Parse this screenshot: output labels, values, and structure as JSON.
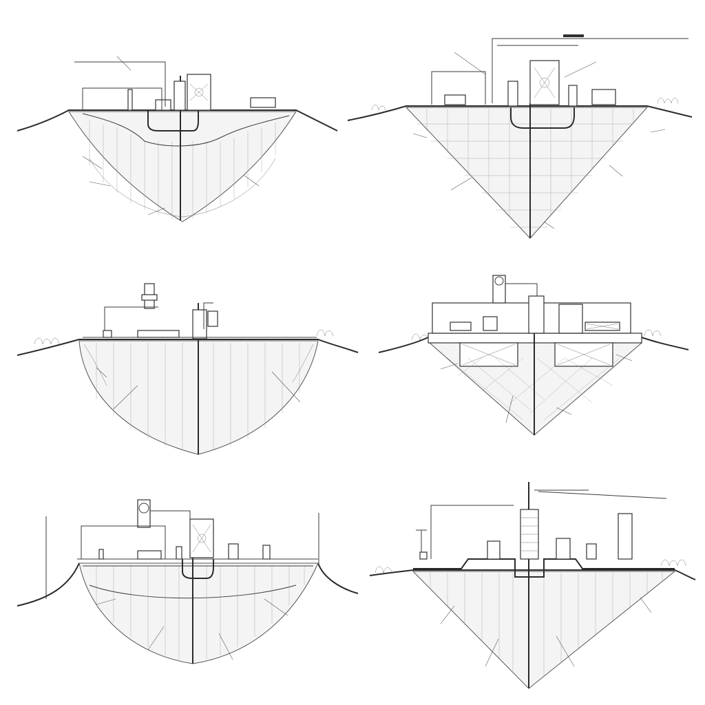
{
  "panels": [
    {
      "id": "panel-1",
      "labels": [
        "",
        "",
        "",
        "",
        "",
        "",
        ""
      ]
    },
    {
      "id": "panel-2",
      "labels": [
        "",
        "",
        "",
        "",
        "",
        "",
        ""
      ]
    },
    {
      "id": "panel-3",
      "labels": [
        "",
        "",
        "",
        ""
      ]
    },
    {
      "id": "panel-4",
      "labels": [
        "",
        "",
        "",
        ""
      ]
    },
    {
      "id": "panel-5",
      "labels": [
        "",
        "",
        "",
        "",
        ""
      ]
    },
    {
      "id": "panel-6",
      "labels": [
        "",
        "",
        "",
        "",
        "",
        ""
      ]
    }
  ],
  "colors": {
    "ink": "#2f2f2f",
    "paper": "#ffffff",
    "hatch": "#9a9a9a"
  }
}
